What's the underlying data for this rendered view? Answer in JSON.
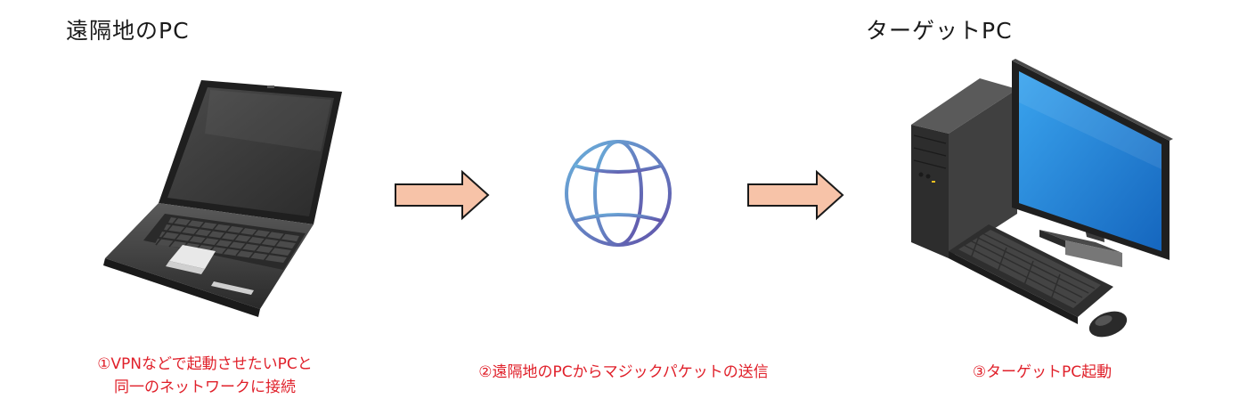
{
  "labels": {
    "remote_pc": "遠隔地のPC",
    "target_pc": "ターゲットPC"
  },
  "steps": [
    {
      "line1": "①VPNなどで起動させたいPCと",
      "line2": "同一のネットワークに接続"
    },
    {
      "line1": "②遠隔地のPCからマジックパケットの送信"
    },
    {
      "line1": "③ターゲットPC起動"
    }
  ],
  "icons": [
    "laptop-icon",
    "arrow-right-icon",
    "globe-icon",
    "arrow-right-icon",
    "desktop-pc-icon"
  ],
  "colors": {
    "arrow_fill": "#f7c3a8",
    "caption_text": "#e0202a",
    "globe_start": "#6ab2dc",
    "globe_end": "#6050a8",
    "screen_blue": "#1e7fd4"
  }
}
